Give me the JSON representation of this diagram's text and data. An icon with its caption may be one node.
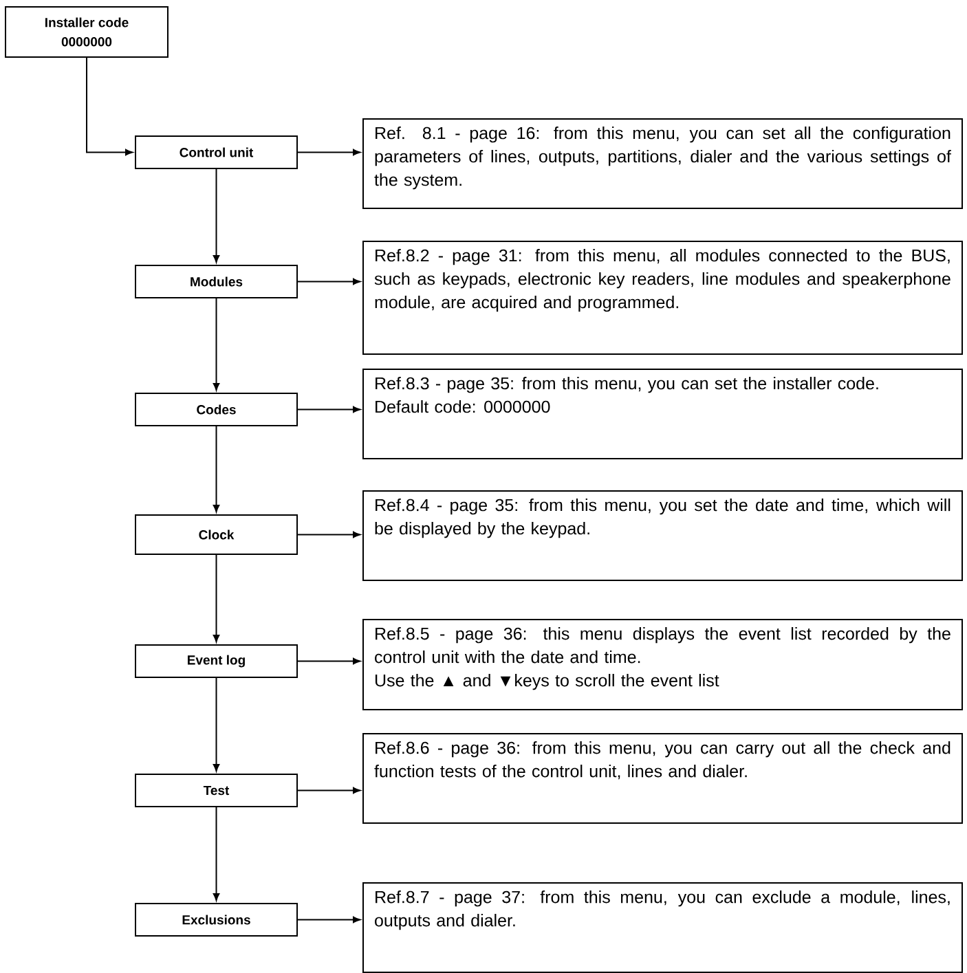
{
  "diagram": {
    "nodes": [
      {
        "text": [
          "Installer code",
          "0000000"
        ]
      },
      {
        "text": [
          "Control unit"
        ]
      },
      {
        "text": [
          "Ref. 8.1 - page 16: from this menu, you can set all the configuration parameters of lines, outputs, partitions, dialer and the various settings of the system."
        ]
      },
      {
        "text": [
          "Modules"
        ]
      },
      {
        "text": [
          "Ref.8.2 - page 31: from this menu, all modules connected to the BUS, such as keypads, electronic key readers, line modules and speakerphone module, are acquired and programmed."
        ]
      },
      {
        "text": [
          "Codes"
        ]
      },
      {
        "text": [
          "Ref.8.3 - page 35: from this menu, you can set the installer code.",
          "Default code: 0000000"
        ]
      },
      {
        "text": [
          "Clock"
        ]
      },
      {
        "text": [
          "Ref.8.4 - page 35: from this menu, you set the date and time, which will be displayed by the keypad."
        ]
      },
      {
        "text": [
          "Event log"
        ]
      },
      {
        "text": [
          "Ref.8.5 - page 36: this menu displays the event list recorded by the control unit with the date and time.",
          "Use the ▲ and ▼keys to scroll the event list"
        ]
      },
      {
        "text": [
          "Test"
        ]
      },
      {
        "text": [
          "Ref.8.6 - page 36: from this menu, you can carry out all the check and function tests of the control unit, lines and dialer."
        ]
      },
      {
        "text": [
          "Exclusions"
        ]
      },
      {
        "text": [
          "Ref.8.7 - page 37: from this menu, you can exclude a module, lines, outputs and dialer."
        ]
      }
    ],
    "edges": [
      {
        "from": 0,
        "to": 1,
        "arrow": "to"
      },
      {
        "from": 1,
        "to": 2,
        "arrow": "to"
      },
      {
        "from": 1,
        "to": 3,
        "arrow": "to"
      },
      {
        "from": 3,
        "to": 4,
        "arrow": "to"
      },
      {
        "from": 3,
        "to": 5,
        "arrow": "to"
      },
      {
        "from": 5,
        "to": 6,
        "arrow": "to"
      },
      {
        "from": 5,
        "to": 7,
        "arrow": "to"
      },
      {
        "from": 7,
        "to": 8,
        "arrow": "to"
      },
      {
        "from": 7,
        "to": 9,
        "arrow": "to"
      },
      {
        "from": 9,
        "to": 10,
        "arrow": "to"
      },
      {
        "from": 9,
        "to": 11,
        "arrow": "to"
      },
      {
        "from": 11,
        "to": 12,
        "arrow": "to"
      },
      {
        "from": 11,
        "to": 13,
        "arrow": "to"
      },
      {
        "from": 13,
        "to": 14,
        "arrow": "to"
      }
    ]
  }
}
